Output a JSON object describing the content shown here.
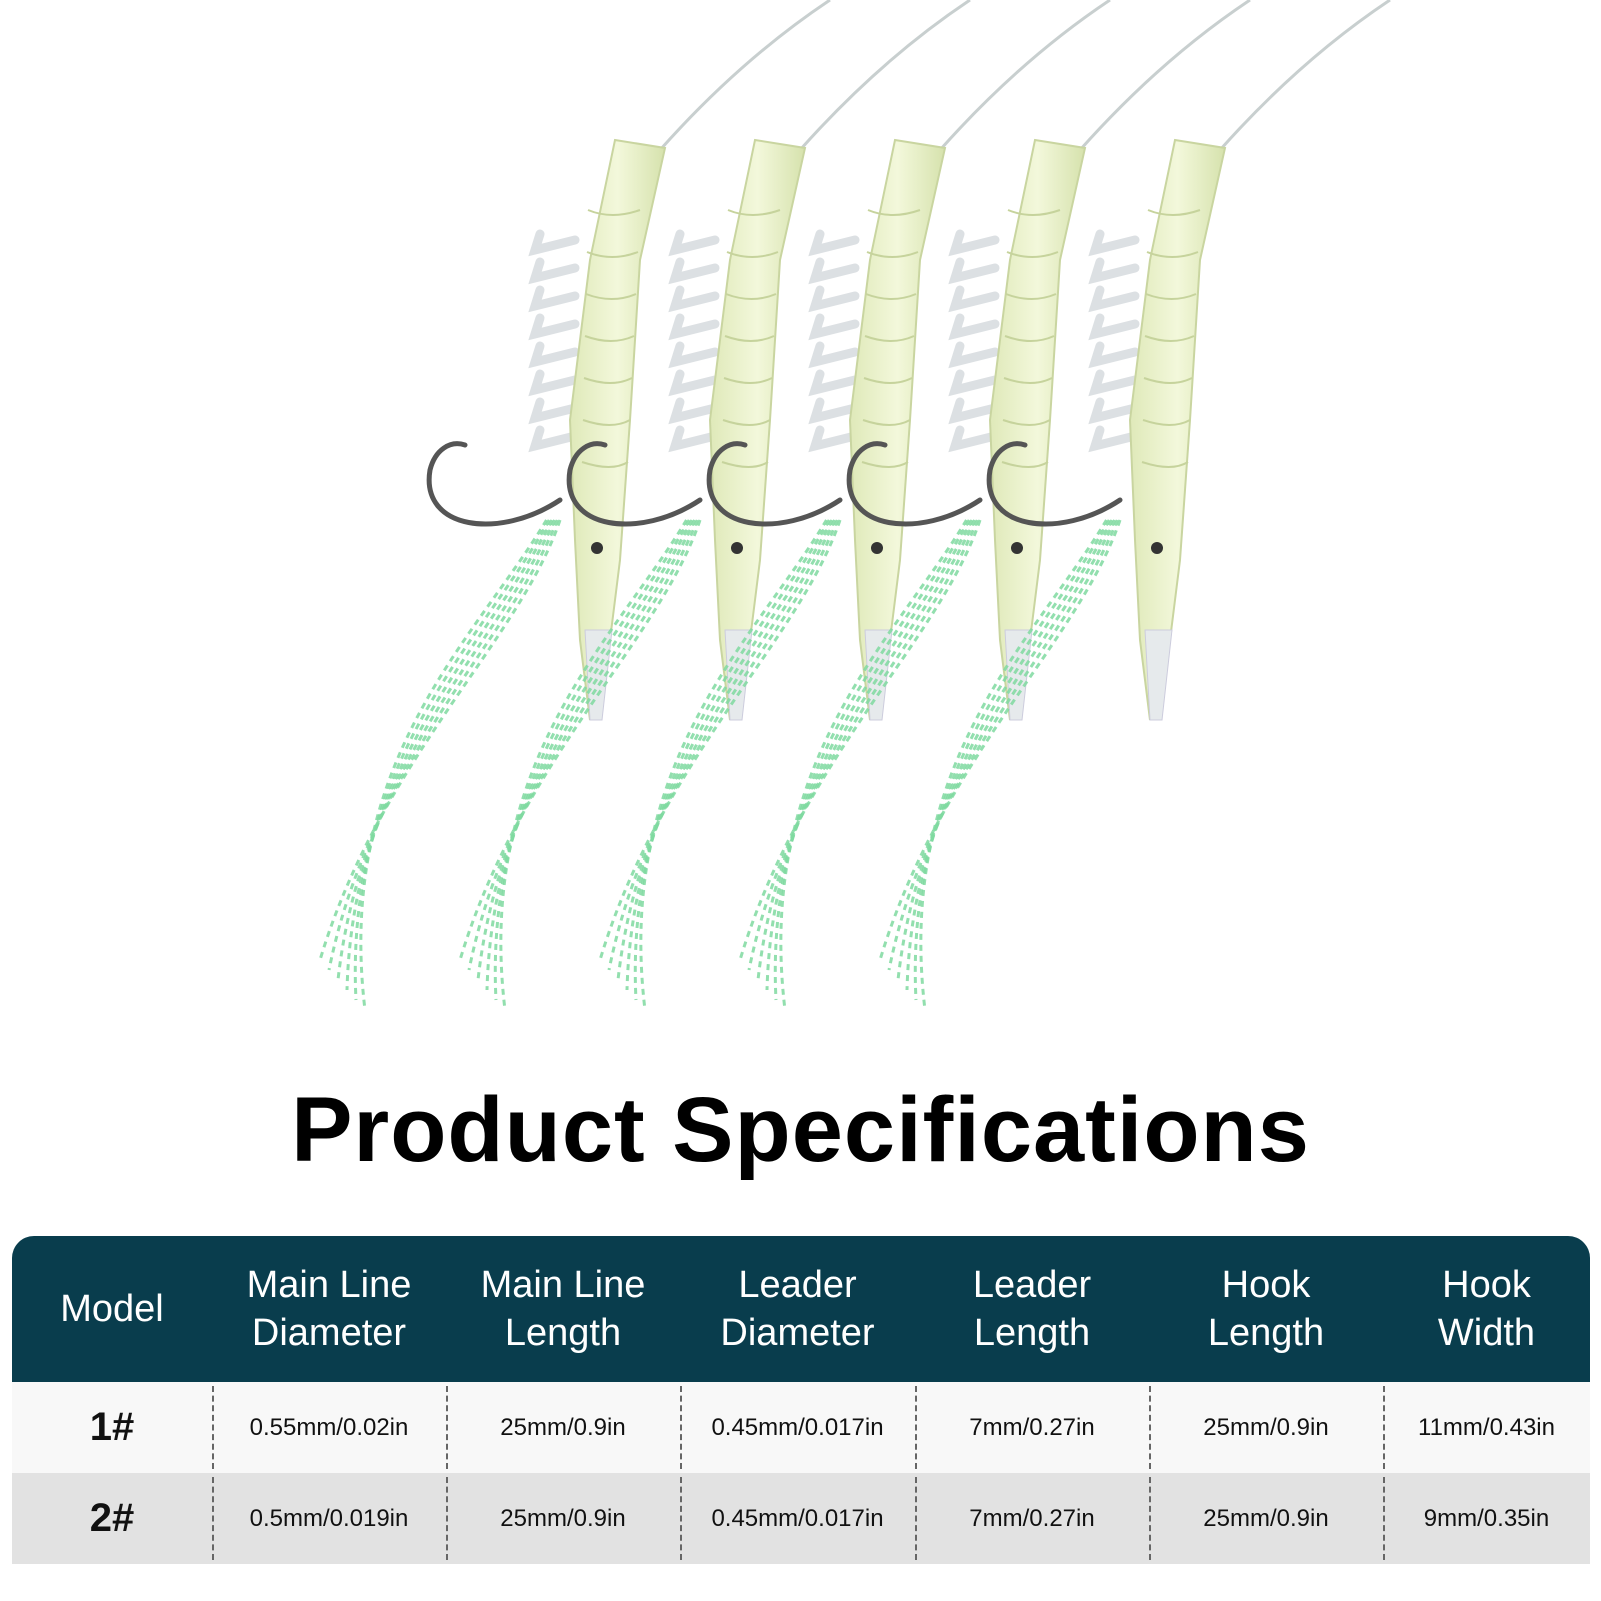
{
  "title": "Product Specifications",
  "table": {
    "headers": [
      "Model",
      "Main Line\nDiameter",
      "Main Line\nLength",
      "Leader\nDiameter",
      "Leader\nLength",
      "Hook\nLength",
      "Hook\nWidth"
    ],
    "rows": [
      [
        "1#",
        "0.55mm/0.02in",
        "25mm/0.9in",
        "0.45mm/0.017in",
        "7mm/0.27in",
        "25mm/0.9in",
        "11mm/0.43in"
      ],
      [
        "2#",
        "0.5mm/0.019in",
        "25mm/0.9in",
        "0.45mm/0.017in",
        "7mm/0.27in",
        "25mm/0.9in",
        "9mm/0.35in"
      ]
    ]
  },
  "colors": {
    "header_bg": "#093d4d",
    "row1_bg": "#f8f8f8",
    "row2_bg": "#e2e2e2",
    "lure_body": "#e9f3c6",
    "flasher": "#7fd9a0"
  },
  "image": {
    "subject": "shrimp-lure-icon",
    "count": 5
  }
}
